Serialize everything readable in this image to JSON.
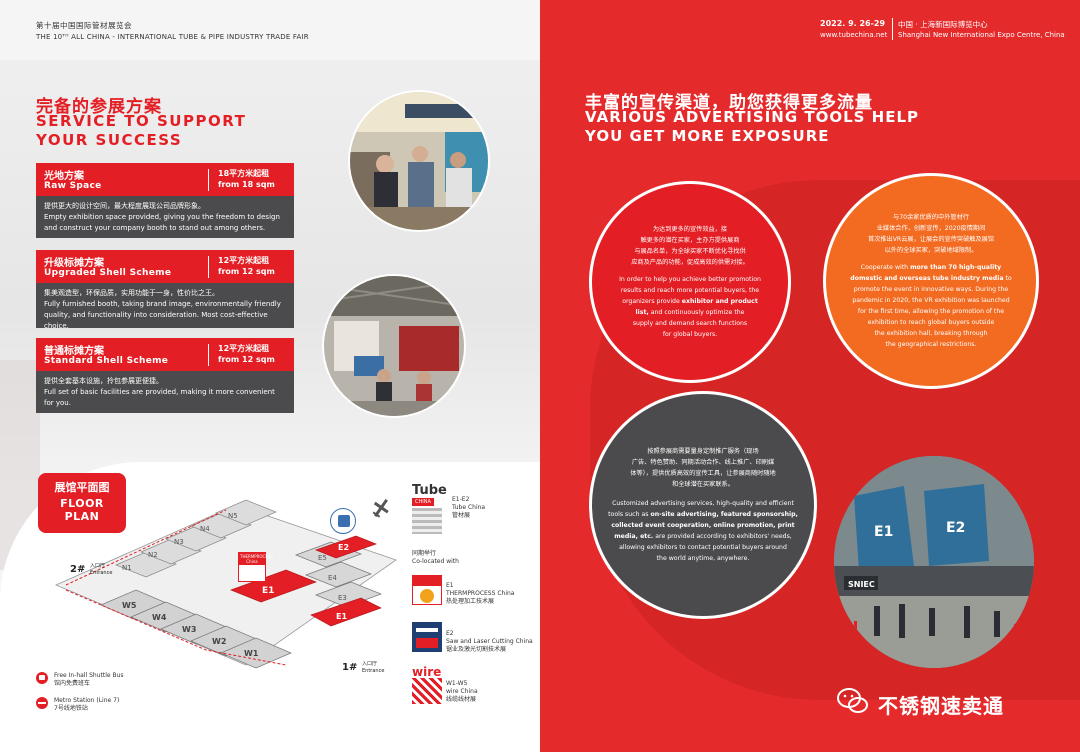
{
  "header": {
    "left_cn": "第十届中国国际管材展览会",
    "left_en": "THE 10ᵀᴴ ALL CHINA - INTERNATIONAL TUBE & PIPE INDUSTRY TRADE FAIR",
    "date": "2022. 9. 26-29",
    "website": "www.tubechina.net",
    "location_cn": "中国 · 上海新国际博览中心",
    "location_en": "Shanghai New International Expo Centre, China"
  },
  "left": {
    "title_cn": "完备的参展方案",
    "title_en_1": "SERVICE TO SUPPORT",
    "title_en_2": "YOUR SUCCESS",
    "plans": [
      {
        "name_cn": "光地方案",
        "name_en": "Raw Space",
        "price_cn": "18平方米起租",
        "price_en": "from 18 sqm",
        "desc_cn": "提供更大的设计空间，最大程度展现公司品牌形象。",
        "desc_en_1": "Empty exhibition space provided, giving you the freedom to design",
        "desc_en_2": "and construct your company booth to stand out among others."
      },
      {
        "name_cn": "升级标摊方案",
        "name_en": "Upgraded Shell Scheme",
        "price_cn": "12平方米起租",
        "price_en": "from 12 sqm",
        "desc_cn": "集美观造型，环保品质，实用功能于一身，性价比之王。",
        "desc_en_1": "Fully furnished booth, taking brand image, environmentally friendly",
        "desc_en_2": "quality, and functionality into consideration. Most cost-effective choice."
      },
      {
        "name_cn": "普通标摊方案",
        "name_en": "Standard Shell Scheme",
        "price_cn": "12平方米起租",
        "price_en": "from 12 sqm",
        "desc_cn": "提供全套基本设施，拎包参展更便捷。",
        "desc_en_1": "Full set of basic facilities are provided, making it more convenient for you.",
        "desc_en_2": ""
      }
    ],
    "floor_plan": {
      "badge_cn": "展馆平面图",
      "badge_en_1": "FLOOR",
      "badge_en_2": "PLAN",
      "halls_upper": [
        "N1",
        "N2",
        "N3",
        "N4",
        "N5"
      ],
      "halls_lower": [
        "W5",
        "W4",
        "W3",
        "W2",
        "W1"
      ],
      "halls_east": [
        "E1",
        "E2",
        "E3",
        "E4",
        "E5"
      ],
      "entrance_2": "2#",
      "entrance_2_label_cn": "入口厅",
      "entrance_2_label_en": "Entrance",
      "entrance_1": "1#",
      "entrance_1_label_cn": "入口厅",
      "entrance_1_label_en": "Entrance",
      "label_e1": "E1",
      "label_e2": "E2"
    },
    "legend": {
      "tube_logo": "Tube",
      "tube_sub": "CHINA",
      "tube_halls": "E1-E2",
      "tube_name_en": "Tube China",
      "tube_name_cn": "管材展",
      "co_cn": "同期举行",
      "co_en": "Co-located with",
      "thermprocess_hall": "E1",
      "thermprocess_name": "THERMPROCESS China",
      "thermprocess_cn": "热处理加工技术展",
      "saw_hall": "E2",
      "saw_name": "Saw and Laser Cutting China",
      "saw_cn": "锯业及激光切割技术展",
      "wire_logo": "wire",
      "wire_hall": "W1-W5",
      "wire_name": "wire China",
      "wire_cn": "线缆线材展"
    },
    "transport": [
      {
        "en": "Free In-hall Shuttle Bus",
        "cn": "馆内免费班车"
      },
      {
        "en": "Metro Station (Line 7)",
        "cn": "7号线地铁站"
      }
    ]
  },
  "right": {
    "title_cn": "丰富的宣传渠道，助您获得更多流量",
    "title_en_1": "VARIOUS ADVERTISING TOOLS HELP",
    "title_en_2": "YOU GET MORE EXPOSURE",
    "circle1": {
      "cn_1": "为达到更多的宣传效益，接",
      "cn_2": "触更多的潜在买家，主办方提供展商",
      "cn_3": "与展品名单，为全球买家不断优化寻找供",
      "cn_4": "应商及产品的功能，促成高效的供需对接。",
      "en_1": "In order to help you achieve better promotion",
      "en_2": "results and reach more potential buyers, the",
      "en_3": "organizers provide",
      "en_3b": "exhibitor and product",
      "en_4": "list,",
      "en_4b": "and continuously optimize the",
      "en_5": "supply and demand search functions",
      "en_6": "for global buyers."
    },
    "circle2": {
      "cn_1": "与70余家优质的中外管材行",
      "cn_2": "业媒体合作，创新宣传，2020疫情期间",
      "cn_3": "首次推出VR云展，让展会的宣传突破触及展馆",
      "cn_4": "以外的全球买家，突破地域限制。",
      "en_1": "Cooperate with",
      "en_1b": "more than 70 high-quality",
      "en_2": "domestic and overseas tube industry media",
      "en_2b": "to",
      "en_3": "promote the event in innovative ways. During the",
      "en_4": "pandemic in 2020, the VR exhibition was launched",
      "en_5": "for the first time, allowing the promotion of the",
      "en_6": "exhibition to reach global buyers outside",
      "en_7": "the exhibition hall, breaking through",
      "en_8": "the geographical restrictions."
    },
    "circle3": {
      "cn_1": "按照参展商需要量身定制推广服务（现场",
      "cn_2": "广告、特色赞助、同期活动合作、线上推广、印刷媒",
      "cn_3": "体等），提供优质高效的宣传工具，让参展商随时随地",
      "cn_4": "和全球潜在买家联系。",
      "en_1": "Customized advertising services, high-quality and efficient",
      "en_2": "tools such as",
      "en_2b": "on-site advertising, featured sponsorship,",
      "en_3": "collected event cooperation, online promotion, print",
      "en_4": "media, etc.",
      "en_4b": "are provided according to exhibitors' needs,",
      "en_5": "allowing exhibitors to contact potential buyers around",
      "en_6": "the world anytime, anywhere."
    },
    "photo_sign": "SNIEC",
    "photo_halls": [
      "E1",
      "E2"
    ],
    "brand": "不锈钢速卖通"
  },
  "colors": {
    "red": "#e31e24",
    "orange": "#f26b21",
    "dark": "#4b4b4d"
  }
}
